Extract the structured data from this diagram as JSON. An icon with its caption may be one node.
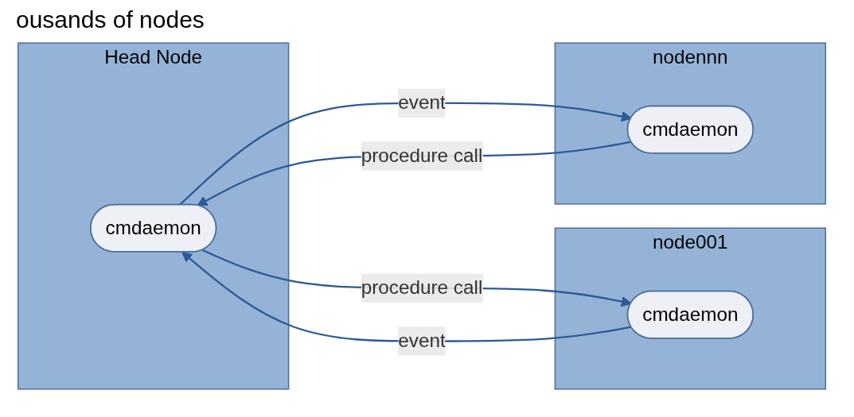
{
  "diagram": {
    "title": "ousands of nodes",
    "nodes": [
      {
        "text": [
          "Head Node"
        ]
      },
      {
        "text": [
          "cmdaemon"
        ],
        "in": 0
      },
      {
        "text": [
          "node001"
        ]
      },
      {
        "text": [
          "cmdaemon"
        ],
        "in": 2
      },
      {
        "text": [
          "nodennn"
        ]
      },
      {
        "text": [
          "cmdaemon"
        ],
        "in": 4
      }
    ],
    "edges": [
      {
        "from": 1,
        "to": 3,
        "label": "procedure call",
        "arrow": "to"
      },
      {
        "from": 3,
        "to": 1,
        "label": "event",
        "arrow": "to"
      },
      {
        "from": 5,
        "to": 1,
        "label": "procedure call",
        "arrow": "to"
      },
      {
        "from": 1,
        "to": 5,
        "label": "event",
        "arrow": "to"
      }
    ]
  }
}
